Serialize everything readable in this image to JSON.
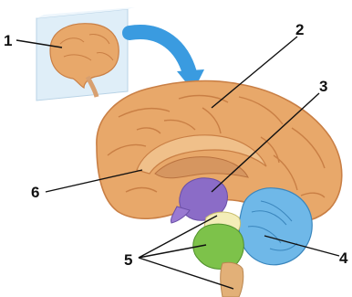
{
  "diagram": {
    "callouts": [
      {
        "id": "1",
        "label": "1"
      },
      {
        "id": "2",
        "label": "2"
      },
      {
        "id": "3",
        "label": "3"
      },
      {
        "id": "4",
        "label": "4"
      },
      {
        "id": "5",
        "label": "5"
      },
      {
        "id": "6",
        "label": "6"
      }
    ],
    "colors": {
      "cortex": "#e8a86a",
      "cortex_shade": "#c97f45",
      "inset_panel": "#dfeef8",
      "arrow": "#3a9be0",
      "thalamus": "#8b6cc7",
      "midbrain": "#f3edb8",
      "pons": "#7dc24a",
      "medulla": "#e2b078",
      "cerebellum": "#6fb8e8",
      "leader_line": "#111111"
    }
  }
}
